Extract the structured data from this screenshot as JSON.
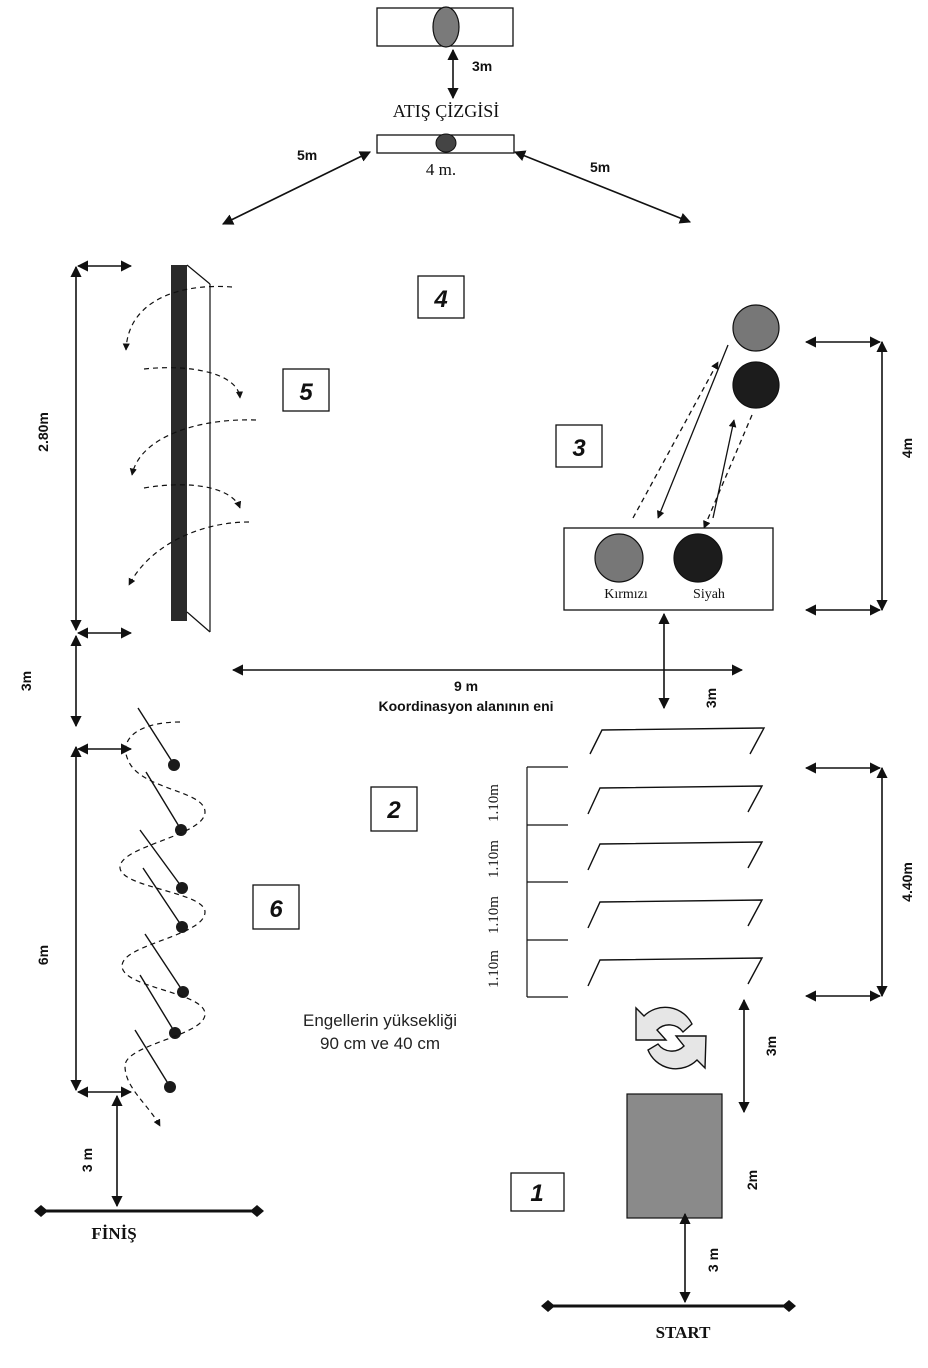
{
  "diagram": {
    "shooting_line_label": "ATIŞ ÇİZGİSİ",
    "labels": {
      "d_3m_top": "3m",
      "d_4m": "4 m.",
      "d_5m_left": "5m",
      "d_5m_right": "5m",
      "d_280m": "2.80m",
      "d_3m_left_mid": "3m",
      "d_6m": "6m",
      "d_3m_bottom_left": "3 m",
      "d_4m_right": "4m",
      "d_3m_center": "3m",
      "d_9m": "9 m",
      "width_label": "Koordinasyon alanının eni",
      "d_440m": "4.40m",
      "d_3m_right": "3m",
      "d_2m": "2m",
      "d_3m_start": "3 m"
    },
    "stations": [
      "1",
      "2",
      "3",
      "4",
      "5",
      "6"
    ],
    "balls": {
      "red": "Kırmızı",
      "black": "Siyah"
    },
    "hurdle_spacings": [
      "1.10m",
      "1.10m",
      "1.10m",
      "1.10m"
    ],
    "hurdle_height_note": [
      "Engellerin yüksekliği",
      "90 cm ve 40 cm"
    ],
    "finish_label": "FİNİŞ",
    "start_label": "START",
    "colors": {
      "ink": "#111111",
      "red_ball": "#777777",
      "black_ball": "#1c1c1c",
      "mat": "#8a8a8a",
      "bench": "#2a2a2a"
    }
  }
}
